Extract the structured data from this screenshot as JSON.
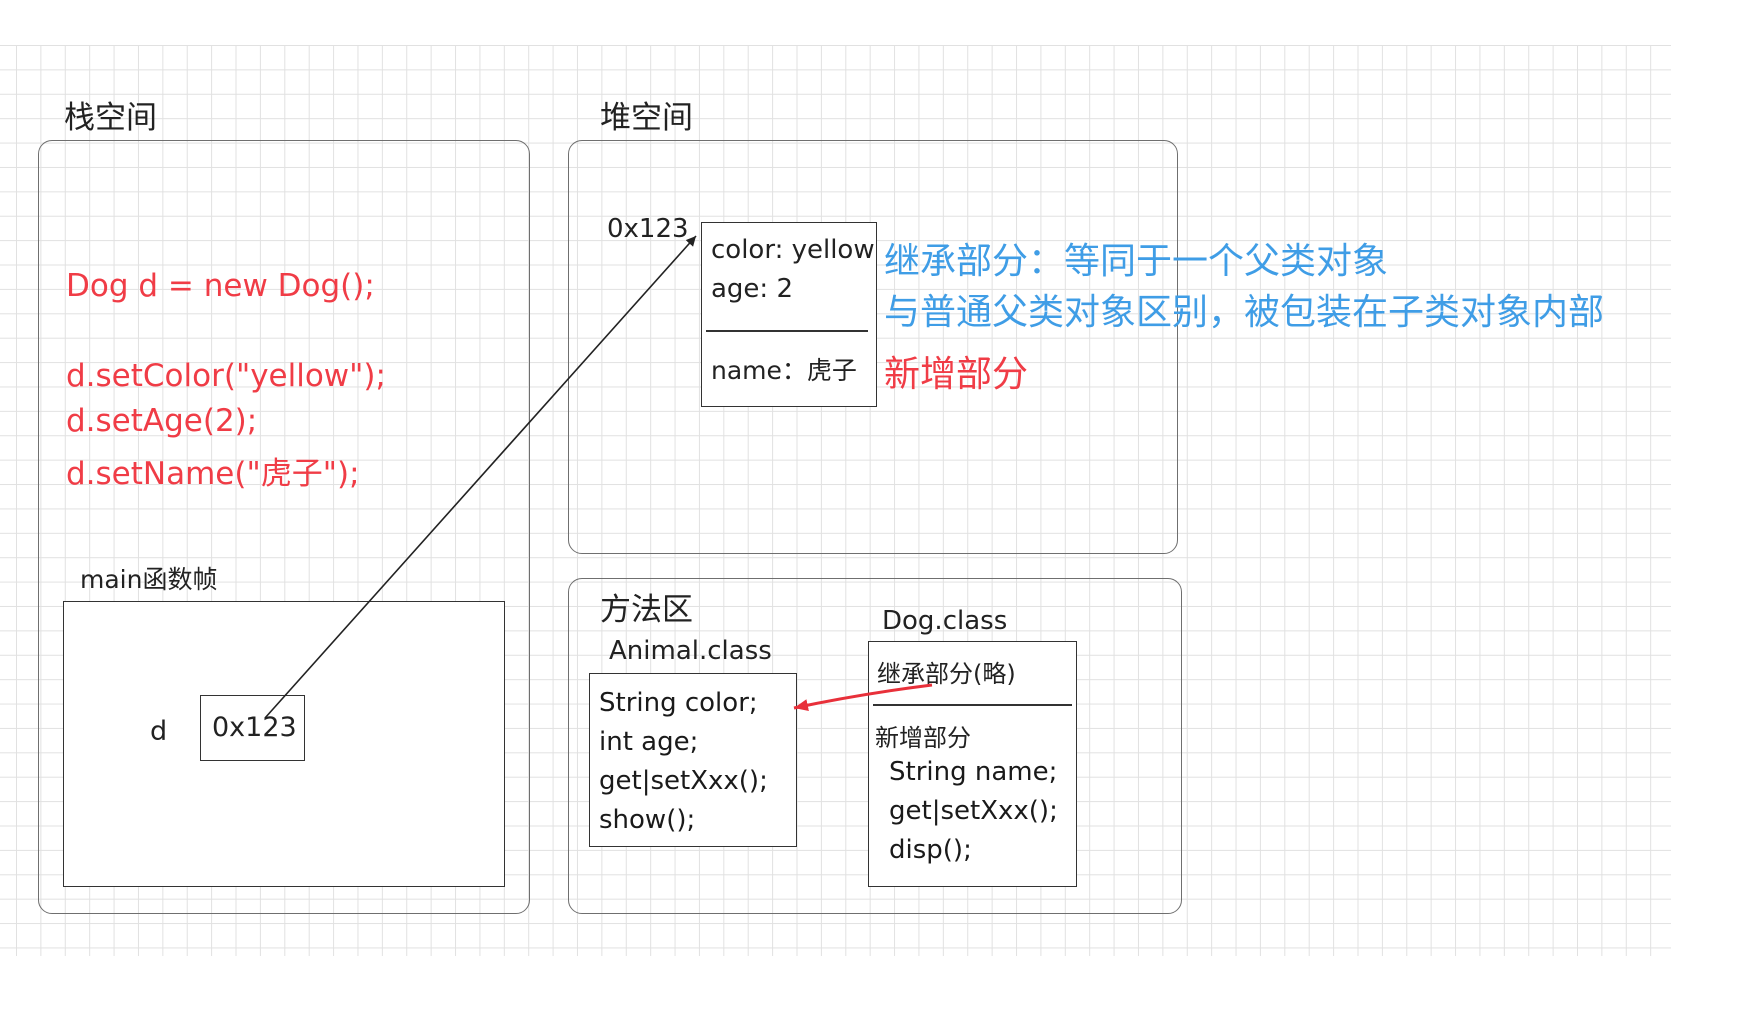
{
  "stack": {
    "title": "栈空间",
    "code_lines": [
      "Dog d = new Dog();",
      "d.setColor(\"yellow\");",
      "d.setAge(2);",
      "d.setName(\"虎子\");"
    ],
    "frame_label": "main函数帧",
    "var_name": "d",
    "var_value": "0x123"
  },
  "heap": {
    "title": "堆空间",
    "address": "0x123",
    "object_fields_inherited": [
      "color: yellow",
      "age:   2"
    ],
    "object_fields_new": [
      "name：虎子"
    ],
    "note_inherited_line1": "继承部分：等同于一个父类对象",
    "note_inherited_line2": "与普通父类对象区别，被包装在子类对象内部",
    "note_new": "新增部分"
  },
  "method_area": {
    "title": "方法区",
    "animal_class": {
      "name": "Animal.class",
      "members": [
        "String color;",
        "int age;",
        "get|setXxx();",
        "show();"
      ]
    },
    "dog_class": {
      "name": "Dog.class",
      "inherited_label": "继承部分(略)",
      "new_label": "新增部分",
      "members": [
        "String name;",
        "get|setXxx();",
        "disp();"
      ]
    }
  },
  "colors": {
    "code_red": "#f03c46",
    "note_blue": "#3f9de6",
    "arrow_red": "#e8303a",
    "line_dark": "#333333"
  }
}
